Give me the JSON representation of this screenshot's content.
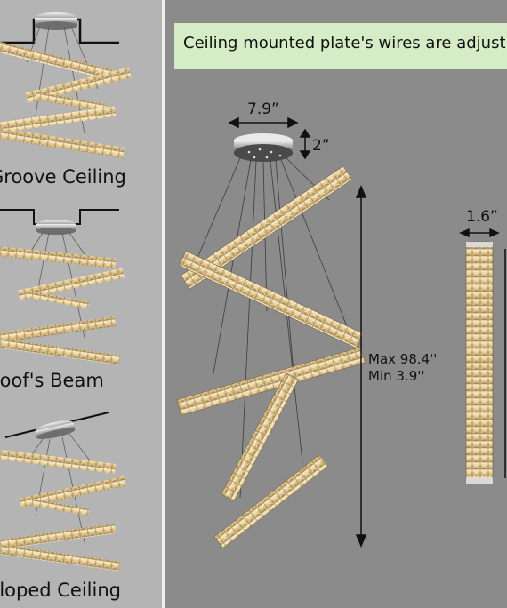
{
  "left_panel": {
    "captions": [
      "Groove Ceiling",
      "Roof's Beam",
      "Sloped Ceiling"
    ]
  },
  "banner": {
    "text": "Ceiling mounted plate's wires are adjust"
  },
  "dimensions": {
    "plate_width": "7.9”",
    "plate_height": "2”",
    "max_length": "Max 98.4''",
    "min_length": "Min 3.9''",
    "bar_width": "1.6”"
  },
  "colors": {
    "left_bg": "#b4b4b4",
    "main_bg": "#8b8b8b",
    "banner_bg": "#d5ecc6",
    "crystal": "#e8cf95"
  }
}
